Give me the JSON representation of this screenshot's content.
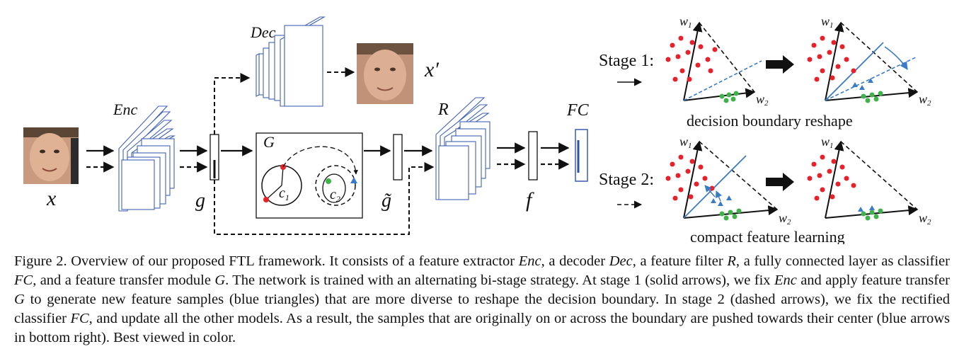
{
  "diagram": {
    "input_label": "x",
    "enc_label": "Enc",
    "dec_label": "Dec",
    "recon_label": "x′",
    "g_label": "g",
    "transfer_label": "G",
    "c1_label": "c",
    "c1_sub": "1",
    "c2_label": "c",
    "c2_sub": "2",
    "gtilde_label": "g̃",
    "r_label": "R",
    "f_label": "f",
    "fc_label": "FC",
    "stage1_label": "Stage 1:",
    "stage2_label": "Stage 2:",
    "w1_label": "w",
    "w1_sub": "1",
    "w2_label": "w",
    "w2_sub": "2",
    "stage1_caption": "decision boundary reshape",
    "stage2_caption": "compact feature learning",
    "colors": {
      "class1": "#e8202a",
      "class2": "#3fb24a",
      "accent": "#3a7bc8",
      "box": "#2d50a8"
    }
  },
  "caption": {
    "p1": "Figure 2. Overview of our proposed FTL framework. It consists of a feature extractor ",
    "enc": "Enc",
    "p2": ", a decoder ",
    "dec": "Dec",
    "p3": ", a feature filter ",
    "r": "R",
    "p4": ", a fully connected layer as classifier ",
    "fc": "FC",
    "p5": ", and a feature transfer module ",
    "g": "G",
    "p6": ". The network is trained with an alternating bi-stage strategy. At stage 1 (solid arrows), we fix ",
    "enc2": "Enc",
    "p7": " and apply feature transfer ",
    "g2": "G",
    "p8": " to generate new feature samples (blue triangles) that are more diverse to reshape the decision boundary. In stage 2 (dashed arrows), we fix the rectified classifier ",
    "fc2": "FC",
    "p9": ", and update all the other models. As a result, the samples that are originally on or across the boundary are pushed towards their center (blue arrows in bottom right). Best viewed in color."
  }
}
